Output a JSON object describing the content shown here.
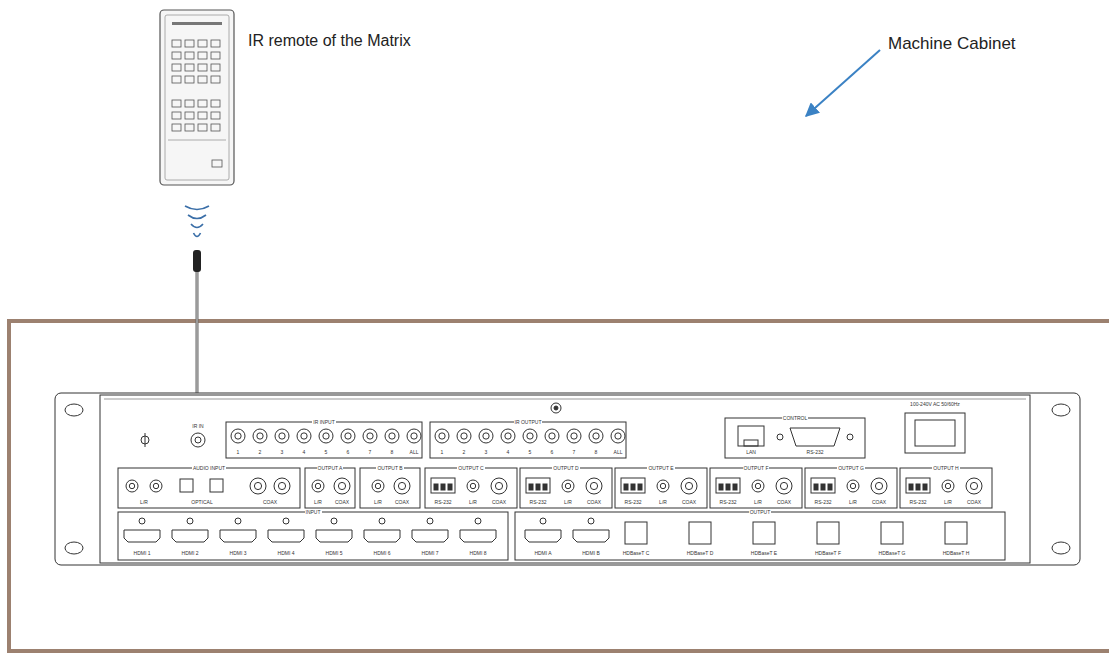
{
  "diagram": {
    "labels": [
      "IR remote of the Matrix",
      "Machine Cabinet",
      "IR IN",
      "IR INPUT",
      "1",
      "2",
      "3",
      "4",
      "5",
      "6",
      "7",
      "8",
      "ALL",
      "IR OUTPUT",
      "1",
      "2",
      "3",
      "4",
      "5",
      "6",
      "7",
      "8",
      "ALL",
      "CONTROL",
      "LAN",
      "RS-232",
      "100-240V AC 50/60Hz",
      "AUDIO INPUT",
      "L/R",
      "OPTICAL",
      "COAX",
      "OUTPUT A",
      "L/R",
      "COAX",
      "OUTPUT B",
      "L/R",
      "COAX",
      "OUTPUT C",
      "RS-232",
      "L/R",
      "COAX",
      "OUTPUT D",
      "RS-232",
      "L/R",
      "COAX",
      "OUTPUT E",
      "RS-232",
      "L/R",
      "COAX",
      "OUTPUT F",
      "RS-232",
      "L/R",
      "COAX",
      "OUTPUT G",
      "RS-232",
      "L/R",
      "COAX",
      "OUTPUT H",
      "RS-232",
      "L/R",
      "COAX",
      "INPUT",
      "HDMI 1",
      "HDMI 2",
      "HDMI 3",
      "HDMI 4",
      "HDMI 5",
      "HDMI 6",
      "HDMI 7",
      "HDMI 8",
      "OUTPUT",
      "HDMI A",
      "HDMI B",
      "HDBaseT C",
      "HDBaseT D",
      "HDBaseT E",
      "HDBaseT F",
      "HDBaseT G",
      "HDBaseT H"
    ]
  }
}
